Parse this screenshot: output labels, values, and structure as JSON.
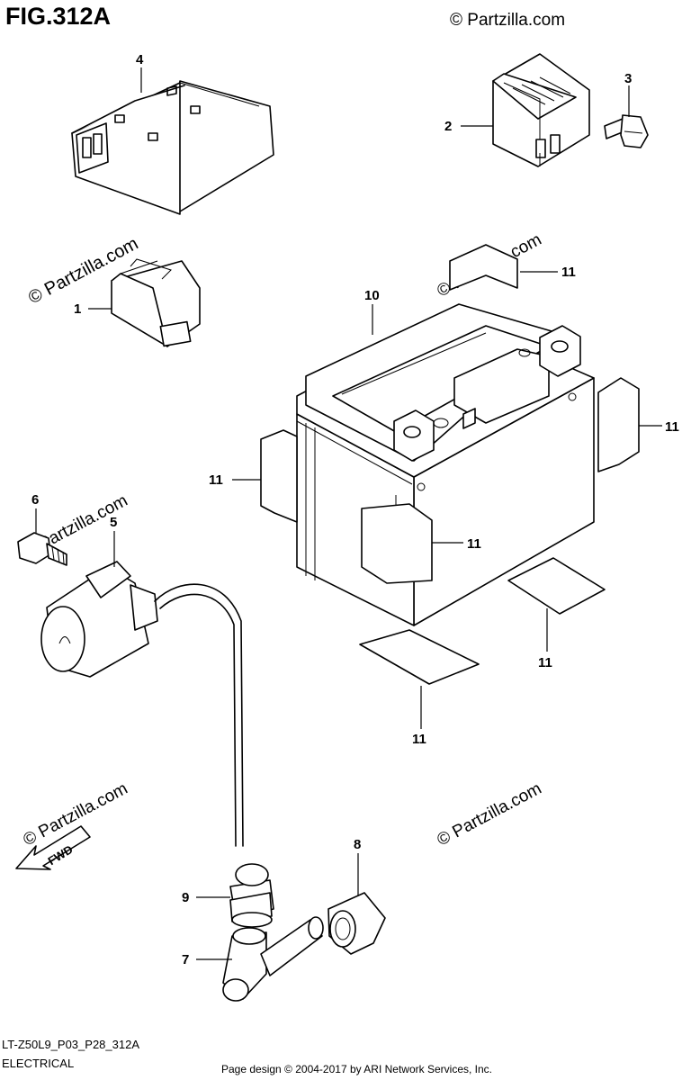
{
  "figure": {
    "title": "FIG.312A",
    "diagram_code": "LT-Z50L9_P03_P28_312A",
    "section": "ELECTRICAL",
    "credit": "Page design © 2004-2017 by ARI Network Services, Inc."
  },
  "watermark": {
    "text": "© Partzilla.com",
    "color": "#e6e6e6"
  },
  "callouts": {
    "c1": "1",
    "c2": "2",
    "c3": "3",
    "c4": "4",
    "c5": "5",
    "c6": "6",
    "c7": "7",
    "c8": "8",
    "c9": "9",
    "c10": "10",
    "c11": "11"
  },
  "direction_marker": {
    "label": "FWD",
    "icon": "arrow-left-down-icon"
  }
}
